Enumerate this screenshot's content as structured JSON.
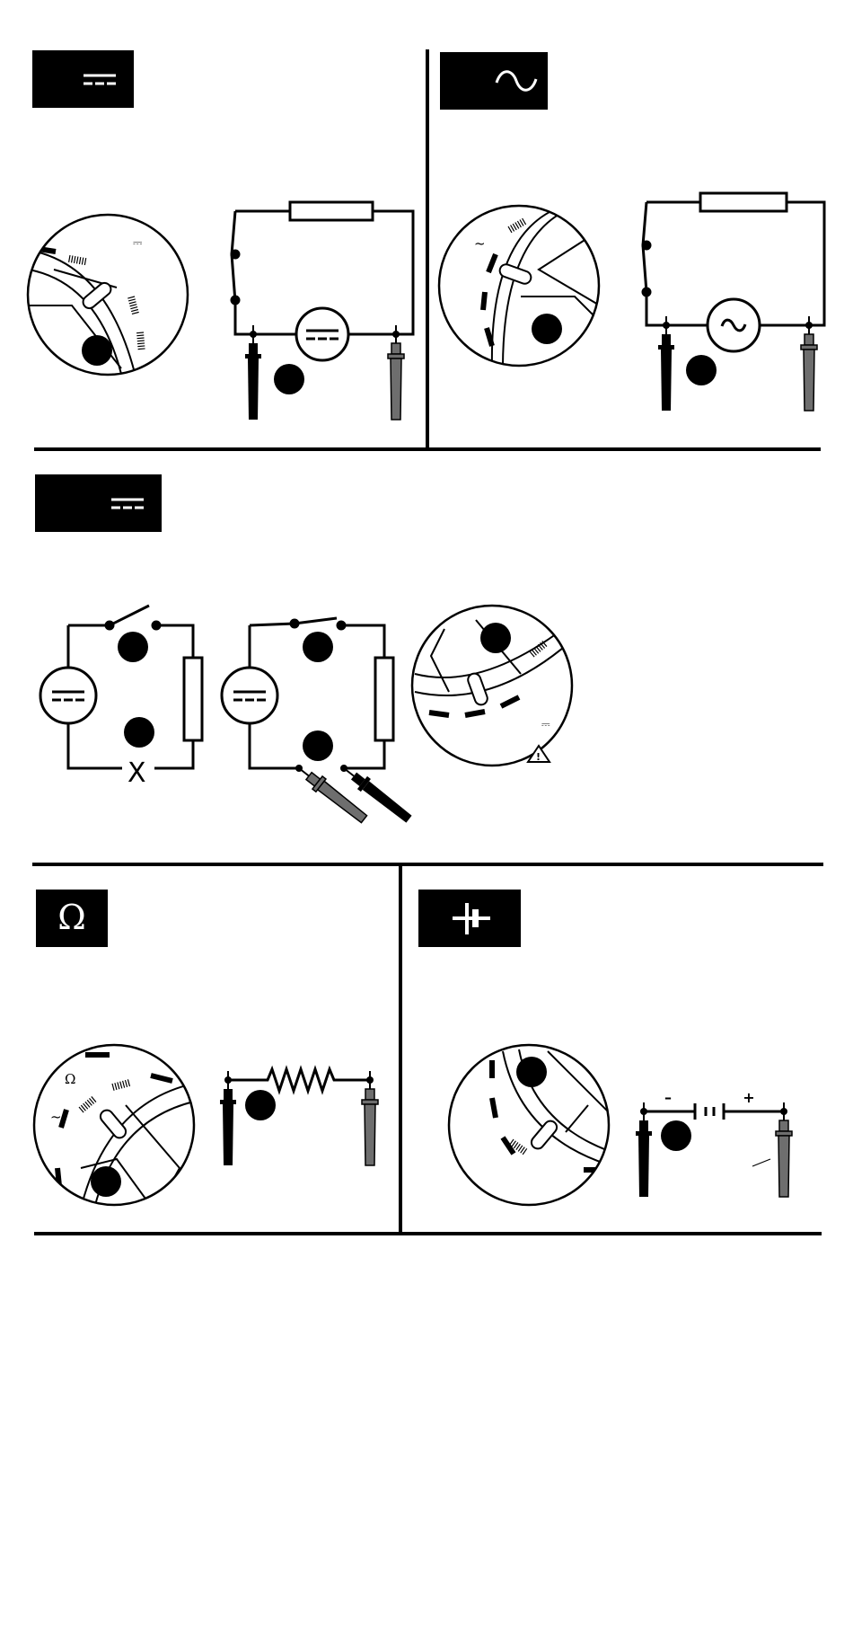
{
  "colors": {
    "ink": "#000000",
    "paper": "#ffffff",
    "probe_gray": "#6e6e6e"
  },
  "sections": {
    "dc_voltage": {
      "icon": "dc-symbol-icon"
    },
    "ac_voltage": {
      "icon": "ac-symbol-icon"
    },
    "dc_current": {
      "icon": "dc-symbol-icon"
    },
    "resistance": {
      "label": "Ω",
      "icon": "ohm-symbol-icon"
    },
    "diode": {
      "icon": "diode-symbol-icon"
    }
  },
  "dial": {
    "dc_mark": "⎓",
    "ac_mark": "~",
    "ohm_mark": "Ω",
    "warning_mark": "!"
  },
  "diode_circuit": {
    "minus": "–",
    "plus": "+"
  },
  "switch_break": "X"
}
